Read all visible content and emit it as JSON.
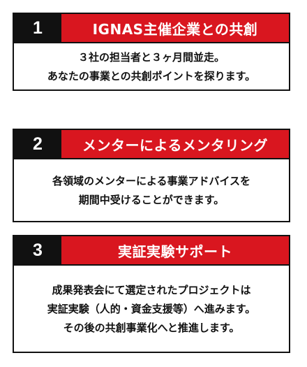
{
  "cards": [
    {
      "number": "1",
      "title": "IGNAS主催企業との共創",
      "lines": [
        "３社の担当者と３ヶ月間並走。",
        "あなたの事業との共創ポイントを探ります。"
      ]
    },
    {
      "number": "2",
      "title": "メンターによるメンタリング",
      "lines": [
        "各領域のメンターによる事業アドバイスを",
        "期間中受けることができます。"
      ]
    },
    {
      "number": "3",
      "title": "実証実験サポート",
      "lines": [
        "成果発表会にて選定されたプロジェクトは",
        "実証実験（人的・資金支援等）へ進みます。",
        "その後の共創事業化へと推進します。"
      ]
    }
  ],
  "colors": {
    "accent_red": "#d9161f",
    "dark": "#111111",
    "background": "#ffffff"
  }
}
